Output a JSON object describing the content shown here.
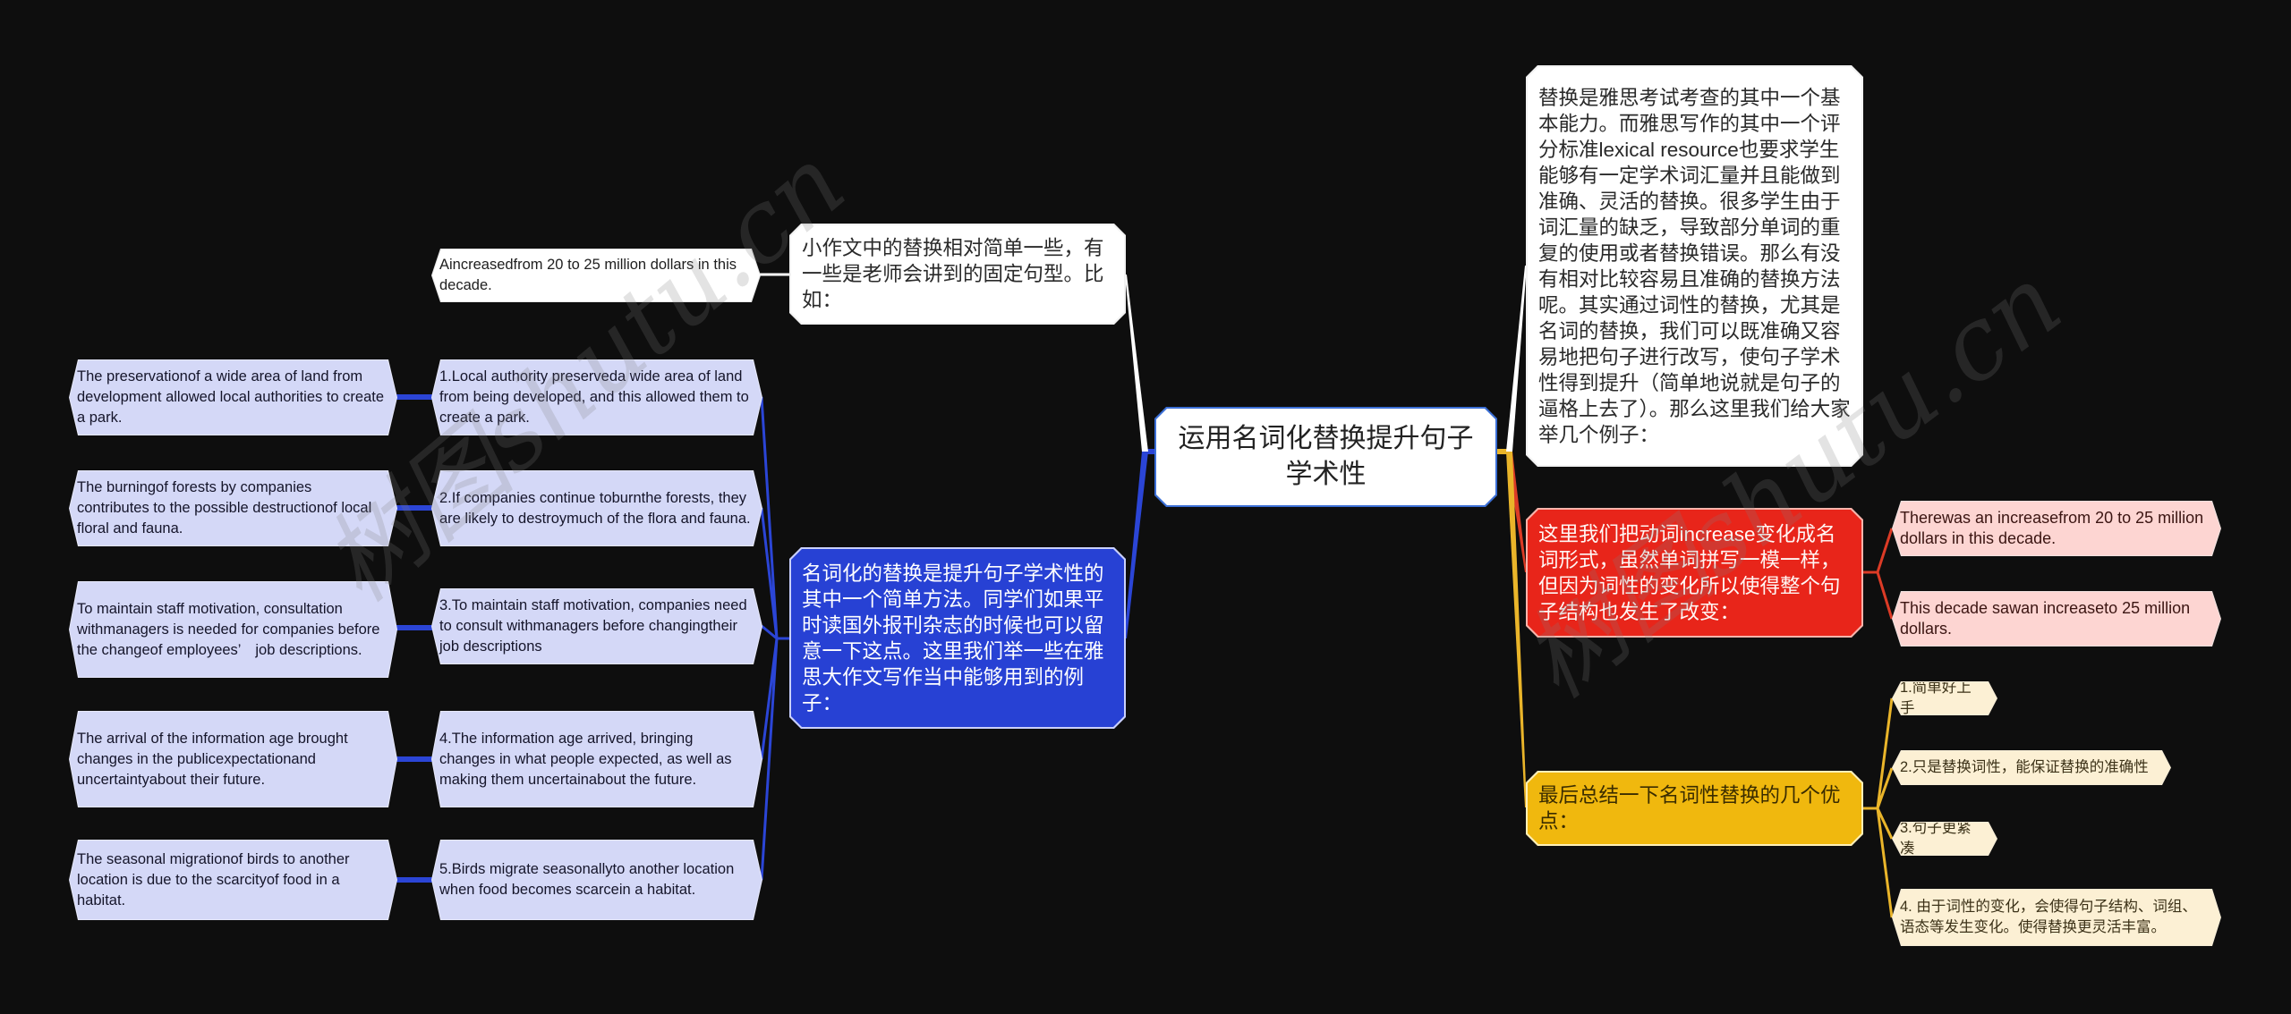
{
  "theme": {
    "bg": "#0e0e0e",
    "root-fill": "#ffffff",
    "root-border": "#3b6fd6",
    "white-fill": "#ffffff",
    "red-fill": "#e8251a",
    "yellow-fill": "#f0b80e",
    "blue-fill": "#2741d4",
    "pink-fill": "#fdd5d2",
    "cream-fill": "#fcf0d4",
    "lavender-fill": "#d4d8f7",
    "line-white": "#ffffff",
    "line-blue": "#2b45d6",
    "line-red": "#dc3b26",
    "line-yellow": "#eab52a"
  },
  "root": {
    "label": "运用名词化替换提升句子学术性"
  },
  "right_branches": [
    {
      "text": "替换是雅思考试考查的其中一个基本能力。而雅思写作的其中一个评分标准lexical resource也要求学生能够有一定学术词汇量并且能做到准确、灵活的替换。很多学生由于词汇量的缺乏，导致部分单词的重复的使用或者替换错误。那么有没有相对比较容易且准确的替换方法呢。其实通过词性的替换，尤其是名词的替换，我们可以既准确又容易地把句子进行改写，使句子学术性得到提升（简单地说就是句子的逼格上去了）。那么这里我们给大家举几个例子：",
      "children": []
    },
    {
      "text": "这里我们把动词increase变化成名词形式，虽然单词拼写一模一样，但因为词性的变化所以使得整个句子结构也发生了改变：",
      "children": [
        {
          "text": "Therewas an increasefrom 20 to 25 million dollars in this decade."
        },
        {
          "text": "This decade sawan increaseto 25 million dollars."
        }
      ]
    },
    {
      "text": "最后总结一下名词性替换的几个优点：",
      "children": [
        {
          "text": "1.简单好上手"
        },
        {
          "text": "2.只是替换词性，能保证替换的准确性"
        },
        {
          "text": "3.句子更紧凑"
        },
        {
          "text": "4. 由于词性的变化，会使得句子结构、词组、语态等发生变化。使得替换更灵活丰富。"
        }
      ]
    }
  ],
  "left_branches": [
    {
      "text": "小作文中的替换相对简单一些，有一些是老师会讲到的固定句型。比如：",
      "children": [
        {
          "text": "Aincreasedfrom 20 to 25 million dollars in this decade."
        }
      ]
    },
    {
      "text": "名词化的替换是提升句子学术性的其中一个简单方法。同学们如果平时读国外报刊杂志的时候也可以留意一下这点。这里我们举一些在雅思大作文写作当中能够用到的例子：",
      "children": [
        {
          "text": "1.Local authority preserveda wide area of land from being developed, and this allowed them to create a park.",
          "children": [
            {
              "text": "The preservationof a wide area of land from development allowed local authorities to create a park."
            }
          ]
        },
        {
          "text": "2.If companies continue toburnthe forests, they are likely to destroymuch of the flora and fauna.",
          "children": [
            {
              "text": "The burningof forests by companies contributes to the possible destructionof local floral and fauna."
            }
          ]
        },
        {
          "text": "3.To maintain staff motivation, companies need to consult withmanagers before changingtheir job descriptions",
          "children": [
            {
              "text": "To maintain staff motivation, consultation withmanagers is needed for companies before the changeof employees’　job descriptions."
            }
          ]
        },
        {
          "text": "4.The information age arrived, bringing changes in what people expected, as well as making them uncertainabout the future.",
          "children": [
            {
              "text": "The arrival of the information age brought changes in the publicexpectationand uncertaintyabout their future."
            }
          ]
        },
        {
          "text": "5.Birds migrate seasonallyto another location when food becomes scarcein a habitat.",
          "children": [
            {
              "text": "The seasonal migrationof birds to another location is due to the scarcityof food in a habitat."
            }
          ]
        }
      ]
    }
  ],
  "watermark": {
    "text": "树图shutu.cn"
  }
}
